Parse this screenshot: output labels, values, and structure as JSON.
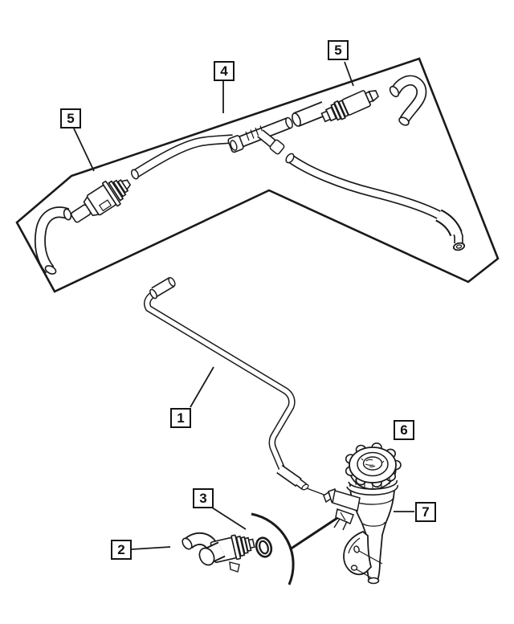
{
  "colors": {
    "background": "#ffffff",
    "line": "#1a1a1a",
    "label_border": "#141414",
    "label_text": "#111111"
  },
  "callouts": [
    {
      "label": "1"
    },
    {
      "label": "2"
    },
    {
      "label": "3"
    },
    {
      "label": "4"
    },
    {
      "label": "5"
    },
    {
      "label": "5"
    },
    {
      "label": "6"
    },
    {
      "label": "7"
    }
  ]
}
